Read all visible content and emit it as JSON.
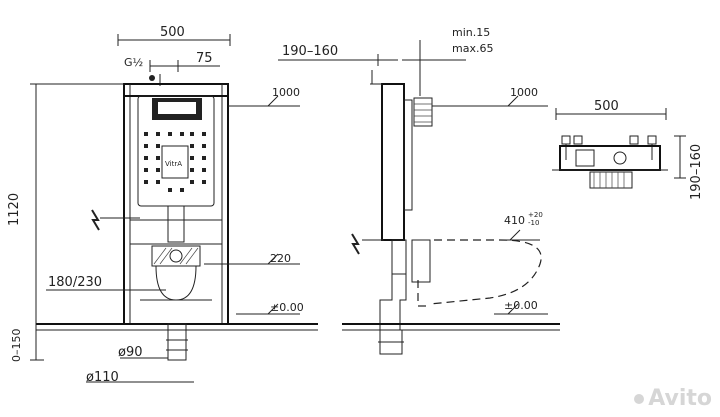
{
  "front_view": {
    "width": "500",
    "thread": "G½",
    "inlet_offset": "75",
    "height_label": "1000",
    "total_height": "1120",
    "floor_adjust": "0–150",
    "pan_connection_height": "220",
    "outlet_height": "180/230",
    "floor_level": "±0.00",
    "pipe_small": "ø90",
    "pipe_large": "ø110",
    "brand": "VitrA"
  },
  "side_view": {
    "depth_range": "190–160",
    "wall_min": "min.15",
    "wall_max": "max.65",
    "height_label": "1000",
    "pan_height_main": "410",
    "pan_height_plus": "+20",
    "pan_height_minus": "-10",
    "floor_level": "±0.00"
  },
  "top_view": {
    "width": "500",
    "depth_range": "190–160"
  },
  "watermark": {
    "text": "Avito"
  },
  "colors": {
    "line": "#222222",
    "background": "#ffffff",
    "watermark": "#c8c8c8"
  }
}
